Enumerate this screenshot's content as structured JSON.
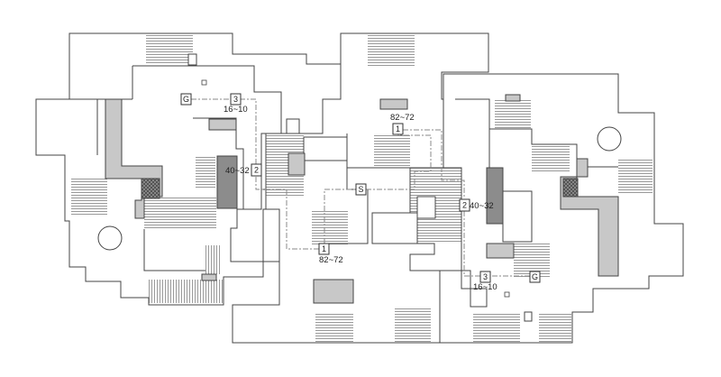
{
  "markers": {
    "g_left": "G",
    "three_left": "3",
    "two_left": "2",
    "one_center": "1",
    "s_center": "S",
    "one_top": "1",
    "two_right": "2",
    "three_right": "3",
    "g_right": "G"
  },
  "labels": {
    "range_top_left": "16~10",
    "range_left_wall": "40~32",
    "range_center_bottom": "82~72",
    "range_center_top": "82~72",
    "range_right_wall": "40~32",
    "range_bottom_right": "16~10"
  },
  "colors": {
    "wall": "#444444",
    "gray_block": "#c8c8c8",
    "dark_block": "#8c8c8c",
    "route": "#888888"
  }
}
